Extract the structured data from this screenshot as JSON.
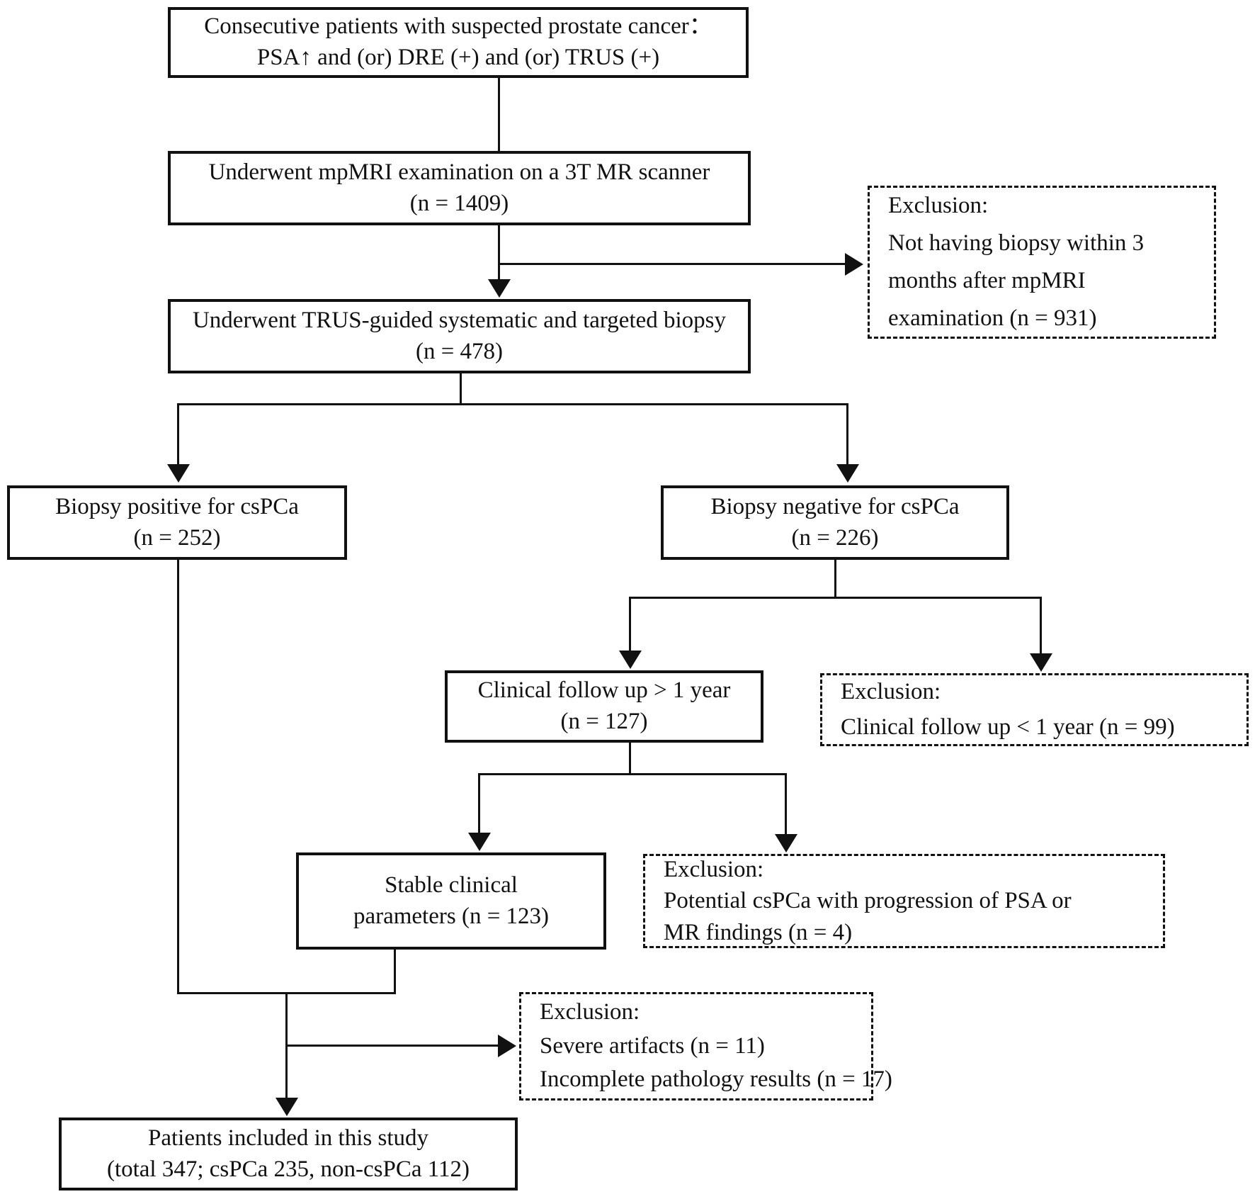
{
  "flowchart": {
    "colors": {
      "line": "#111111",
      "text": "#111111",
      "background": "#ffffff"
    },
    "boxes": {
      "suspected": {
        "line1": "Consecutive patients with suspected prostate cancer：",
        "line2": "PSA↑ and (or) DRE (+) and (or) TRUS (+)"
      },
      "mpmri": {
        "line1": "Underwent mpMRI examination on a 3T MR scanner",
        "line2": "(n = 1409)"
      },
      "trus_biopsy": {
        "line1": "Underwent TRUS-guided systematic and targeted biopsy",
        "line2": "(n = 478)"
      },
      "biopsy_positive": {
        "line1": "Biopsy positive for csPCa",
        "line2": "(n = 252)"
      },
      "biopsy_negative": {
        "line1": "Biopsy negative for csPCa",
        "line2": "(n = 226)"
      },
      "followup": {
        "line1": "Clinical follow up > 1 year",
        "line2": "(n = 127)"
      },
      "stable": {
        "line1": "Stable clinical",
        "line2": "parameters (n = 123)"
      },
      "included": {
        "line1": "Patients included in this study",
        "line2": "(total 347; csPCa 235, non-csPCa 112)"
      }
    },
    "exclusions": {
      "no_biopsy": {
        "title": "Exclusion:",
        "lines": [
          "Not having biopsy within 3",
          "months after mpMRI",
          "examination  (n = 931)"
        ]
      },
      "short_followup": {
        "title": "Exclusion:",
        "lines": [
          "Clinical follow up < 1 year (n = 99)"
        ]
      },
      "potential_cspca": {
        "title": "Exclusion:",
        "lines": [
          "Potential csPCa with progression of PSA or",
          "MR findings (n = 4)"
        ]
      },
      "artifacts": {
        "title": "Exclusion:",
        "lines": [
          "Severe artifacts (n = 11)",
          "Incomplete pathology results (n = 17)"
        ]
      }
    }
  }
}
